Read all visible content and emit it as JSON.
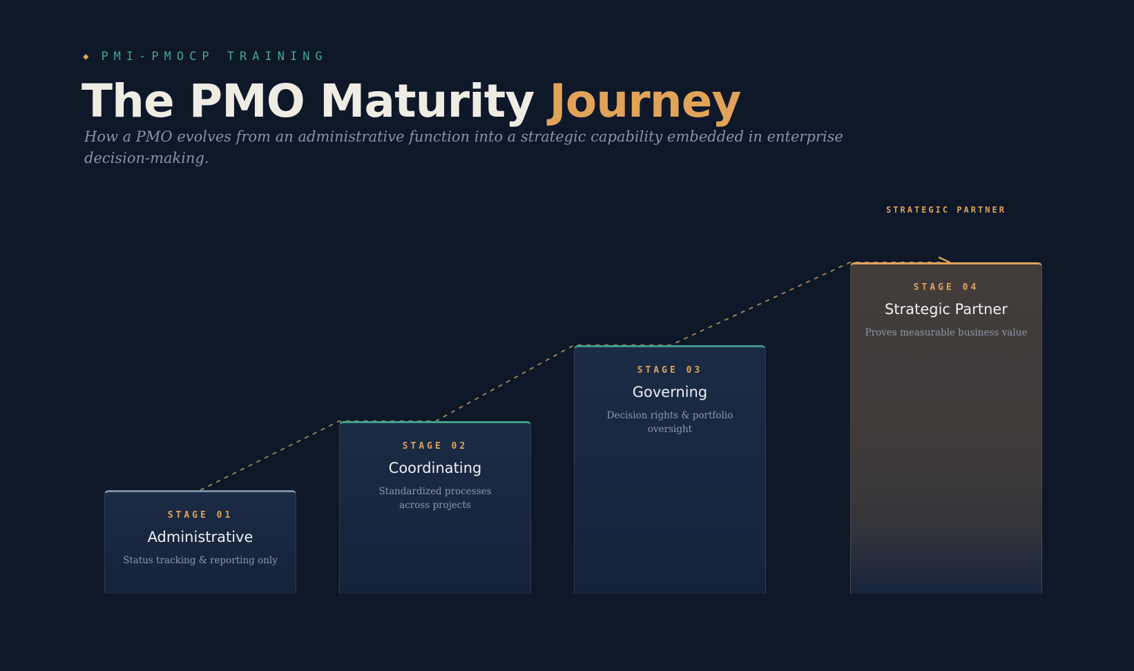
{
  "header": {
    "eyebrow_icon": "diamond-icon",
    "eyebrow": "PMI-PMOCP TRAINING",
    "title_main": "The PMO Maturity",
    "title_accent": "Journey",
    "subtitle": "How a PMO evolves from an administrative function into a strategic capability embedded in enterprise decision-making."
  },
  "top_label": "STRATEGIC PARTNER",
  "stages": [
    {
      "num": "STAGE 01",
      "name": "Administrative",
      "desc": "Status tracking & reporting only"
    },
    {
      "num": "STAGE 02",
      "name": "Coordinating",
      "desc": "Standardized processes across projects"
    },
    {
      "num": "STAGE 03",
      "name": "Governing",
      "desc": "Decision rights & portfolio oversight"
    },
    {
      "num": "STAGE 04",
      "name": "Strategic Partner",
      "desc": "Proves measurable business value"
    }
  ],
  "colors": {
    "background": "#0e1829",
    "accent_gold": "#e0a359",
    "accent_teal": "#47a592",
    "path_dash": "#a0825a"
  }
}
